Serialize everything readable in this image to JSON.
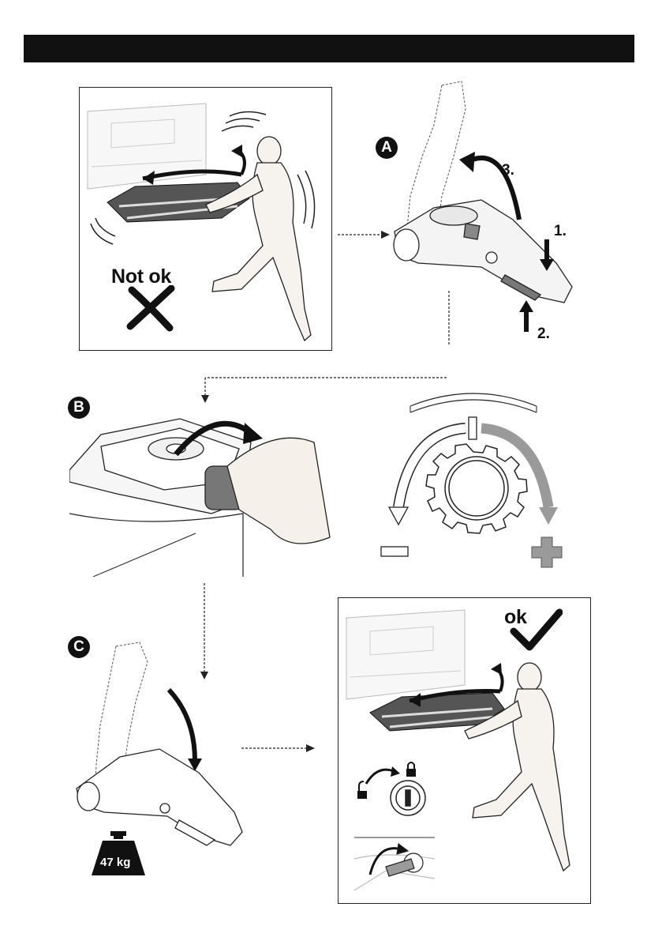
{
  "header": {
    "title": ""
  },
  "panel_not_ok": {
    "verdict": "Not ok"
  },
  "step_a": {
    "letter": "A",
    "steps": [
      "1.",
      "2.",
      "3."
    ]
  },
  "step_b": {
    "letter": "B"
  },
  "step_c": {
    "letter": "C",
    "weight": "47 kg"
  },
  "panel_ok": {
    "verdict": "ok"
  },
  "colors": {
    "ink": "#111111",
    "line": "#222222",
    "grey_arrow": "#9a9a9a",
    "fill_light": "#f2f2f2"
  }
}
